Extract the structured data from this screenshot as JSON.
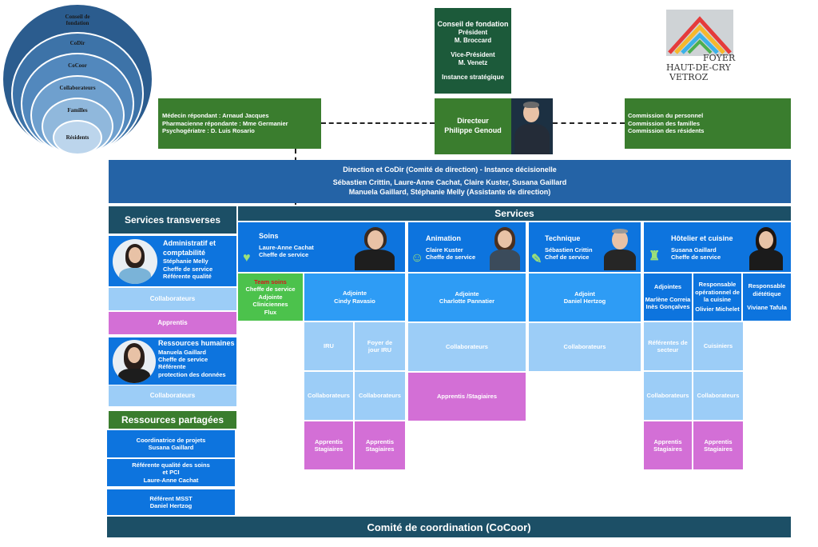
{
  "circles": [
    "Conseil de fondation",
    "CoDir",
    "CoCoor",
    "Collaborateurs",
    "Familles",
    "Résidents"
  ],
  "conseil": {
    "title": "Conseil de fondation",
    "president_label": "Président",
    "president": "M. Broccard",
    "vice_label": "Vice-Président",
    "vice": "M. Venetz",
    "instance": "Instance stratégique"
  },
  "logo": {
    "line1": "FOYER",
    "line2": "HAUT-DE-CRY",
    "line3": "VETROZ"
  },
  "medical": [
    "Médecin répondant : Arnaud Jacques",
    "Pharmacienne répondante : Mme Germanier",
    "Psychogériatre : D. Luis Rosario"
  ],
  "directeur": {
    "title": "Directeur",
    "name": "Philippe Genoud"
  },
  "commissions": [
    "Commission du personnel",
    "Commission des familles",
    "Commission des résidents"
  ],
  "direction": {
    "line1": "Direction et CoDir (Comité de direction) - Instance décisionelle",
    "line2": "Sébastien Crittin, Laure-Anne Cachat, Claire Kuster, Susana Gaillard",
    "line3": "Manuela Gaillard, Stéphanie Melly (Assistante de direction)"
  },
  "transverses": {
    "title": "Services transverses",
    "admin": {
      "title": "Administratif et comptabilité",
      "lines": [
        "Stéphanie Melly",
        "Cheffe de service",
        "Référente qualité"
      ]
    },
    "admin_collab": "Collaborateurs",
    "admin_apprentis": "Apprentis",
    "rh": {
      "title": "Ressources humaines",
      "lines": [
        "Manuela Gaillard",
        "Cheffe de service",
        "Référente",
        "protection des données"
      ]
    },
    "rh_collab": "Collaborateurs"
  },
  "partagees": {
    "title": "Ressources partagées",
    "items": [
      [
        "Coordinatrice de projets",
        "Susana Gaillard"
      ],
      [
        "Référente qualité des soins",
        "et PCI",
        "Laure-Anne Cachat"
      ],
      [
        "Référent MSST",
        "Daniel Hertzog"
      ]
    ]
  },
  "services_title": "Services",
  "soins": {
    "title": "Soins",
    "name": "Laure-Anne Cachat",
    "role": "Cheffe de service",
    "team_title": "Team soins",
    "team": [
      "Cheffe de service",
      "Adjointe",
      "Cliniciennes",
      "Flux"
    ],
    "adjointe": [
      "Adjointe",
      "Cindy Ravasio"
    ],
    "iru": "IRU",
    "foyer": "Foyer de jour IRU",
    "collab1": "Collaborateurs",
    "collab2": "Collaborateurs",
    "app1": [
      "Apprentis",
      "Stagiaires"
    ],
    "app2": [
      "Apprentis",
      "Stagiaires"
    ]
  },
  "animation": {
    "title": "Animation",
    "name": "Claire Kuster",
    "role": "Cheffe de service",
    "adjointe": [
      "Adjointe",
      "Charlotte Pannatier"
    ],
    "collab": "Collaborateurs",
    "apprentis": "Apprentis /Stagiaires"
  },
  "technique": {
    "title": "Technique",
    "name": "Sébastien Crittin",
    "role": "Chef de service",
    "adjoint": [
      "Adjoint",
      "Daniel Hertzog"
    ],
    "collab": "Collaborateurs"
  },
  "hotelier": {
    "title": "Hôtelier et cuisine",
    "name": "Susana Gaillard",
    "role": "Cheffe de service",
    "adjointes": [
      "Adjointes",
      "Marlène Correia",
      "Inès Gonçalves"
    ],
    "responsable": [
      "Responsable opérationnel de la cuisine",
      "Olivier Michelet"
    ],
    "dietetique": [
      "Responsable diététique",
      "Viviane Tafula"
    ],
    "ref": "Référentes de secteur",
    "cuisiniers": "Cuisiniers",
    "collab1": "Collaborateurs",
    "collab2": "Collaborateurs",
    "app1": [
      "Apprentis",
      "Stagiaires"
    ],
    "app2": [
      "Apprentis",
      "Stagiaires"
    ]
  },
  "cocoor": "Comité de coordination (CoCoor)",
  "colors": {
    "green": "#3a7d2e",
    "navy": "#2463a6",
    "teal": "#1c4f66",
    "blue": "#0d74de",
    "light": "#9ccdf7",
    "pink": "#d36fd6"
  }
}
